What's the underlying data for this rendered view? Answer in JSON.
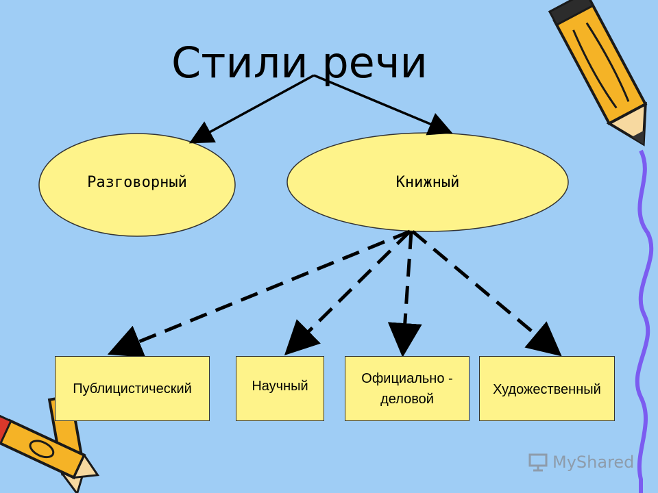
{
  "diagram": {
    "title": "Стили речи",
    "top_nodes": [
      {
        "id": "razg",
        "label": "Разговорный"
      },
      {
        "id": "knizh",
        "label": "Книжный"
      }
    ],
    "child_nodes": [
      {
        "id": "pub",
        "label": "Публицистический"
      },
      {
        "id": "nauch",
        "label": "Научный"
      },
      {
        "id": "ofic",
        "label": "Официально -\nделовой"
      },
      {
        "id": "hud",
        "label": "Художественный"
      }
    ],
    "colors": {
      "background": "#9fcdf5",
      "node_fill": "#fef38a",
      "arrow": "#000000",
      "border_wave": "#7b5cf0",
      "pencil": "#f5b326"
    }
  },
  "watermark": {
    "text": "MyShared",
    "icon": "presentation-screen-icon"
  }
}
